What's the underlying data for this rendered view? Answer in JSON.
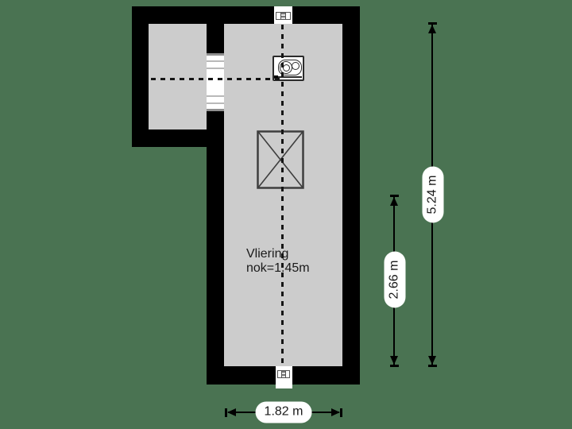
{
  "floorplan": {
    "room": {
      "title": "Vliering",
      "subtitle": "nok=1.45m"
    },
    "dimensions": {
      "total_height_label": "5.24 m",
      "partial_height_label": "2.66 m",
      "width_label": "1.82 m"
    },
    "symbols": {
      "skylight": "skylight-x",
      "boiler": "boiler-unit",
      "ridge_line_vertical": "dashed-ridge-line",
      "ridge_line_horizontal": "dashed-ridge-line",
      "vent_top": "ridge-window",
      "vent_bottom": "ridge-window",
      "wall_window": "louvered-opening"
    },
    "colors": {
      "background": "#4A7352",
      "wall": "#000000",
      "floor": "#CCCCCC",
      "dimension_line": "#000000",
      "label_background": "#FFFFFF",
      "label_text": "#1A1A1A"
    }
  }
}
